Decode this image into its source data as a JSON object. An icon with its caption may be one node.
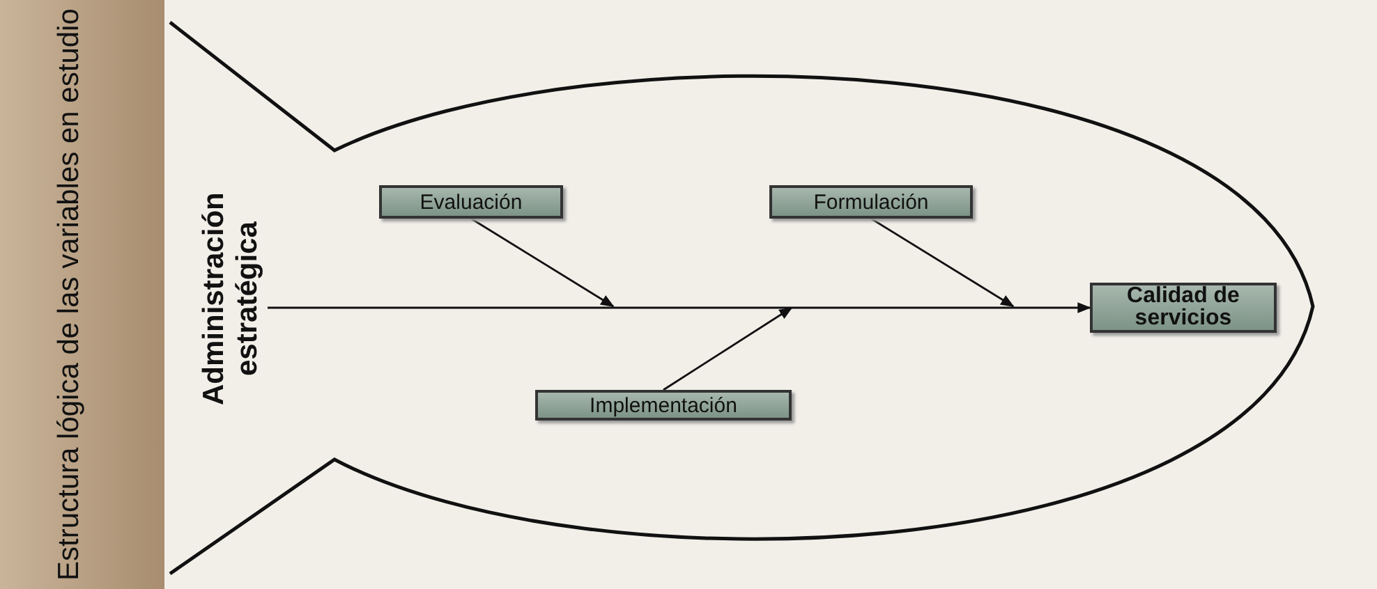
{
  "diagram": {
    "nodes": [
      {
        "text": [
          "Administración estratégica"
        ]
      },
      {
        "text": [
          "Evaluación"
        ]
      },
      {
        "text": [
          "Formulación"
        ]
      },
      {
        "text": [
          "Implementación"
        ]
      },
      {
        "text": [
          "Calidad de servicios"
        ]
      }
    ],
    "edges": [
      {
        "from": 0,
        "to": 4,
        "arrow": "to"
      },
      {
        "from": 1,
        "to": null,
        "arrow": "to"
      },
      {
        "from": 2,
        "to": null,
        "arrow": "to"
      },
      {
        "from": 3,
        "to": null,
        "arrow": "to"
      }
    ],
    "labels": [
      "Estructura lógica de las variables en estudio"
    ]
  }
}
